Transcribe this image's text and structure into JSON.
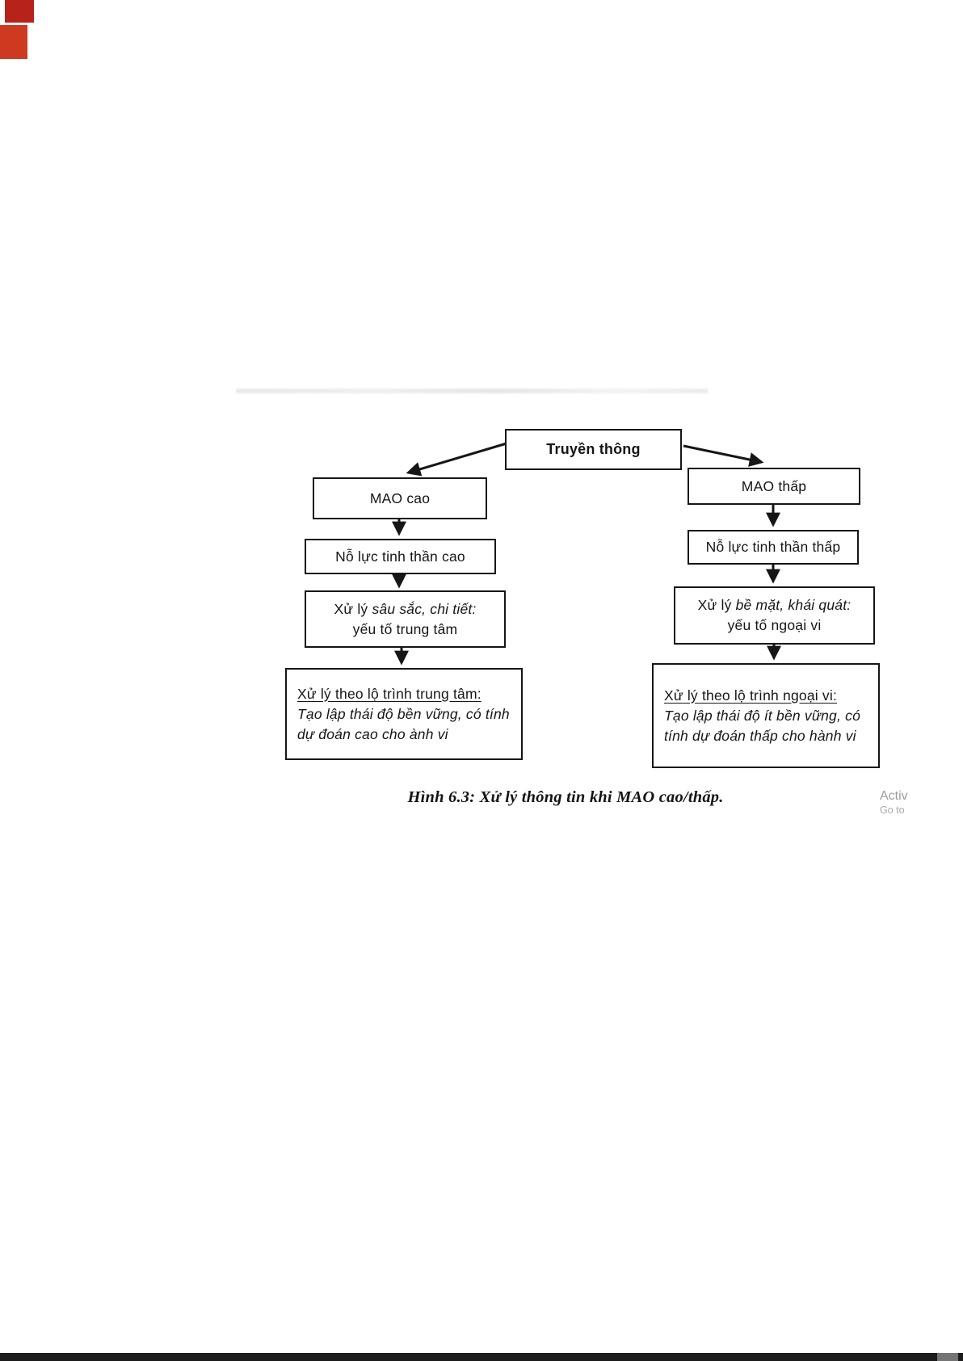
{
  "decor": {
    "red_block_1_color": "#b7221a",
    "red_block_2_color": "#cd3a1f",
    "bottom_bar_color": "#1c1c1c",
    "bottom_bar_tip_color": "#757575",
    "box_border_color": "#161616"
  },
  "diagram": {
    "root_label": "Truyền thông",
    "left": {
      "l1": "MAO cao",
      "l2": "Nỗ lực tinh thần cao",
      "l3_prefix": "Xử lý ",
      "l3_italic": "sâu sắc, chi tiết:",
      "l3_line2": "yếu tố trung tâm",
      "l4_heading": "Xử lý theo lộ trình trung tâm:",
      "l4_body": "Tạo lập thái độ bền vững, có tính dự đoán cao cho ành vi"
    },
    "right": {
      "l1": "MAO thấp",
      "l2": "Nỗ lực tinh thần thấp",
      "l3_prefix": "Xử lý ",
      "l3_italic": "bề mặt, khái quát:",
      "l3_line2": "yếu tố ngoại vi",
      "l4_heading": "Xử lý theo lộ trình ngoại vi:",
      "l4_body": "Tạo lập thái độ ít bền vững, có tính dự đoán thấp cho hành vi"
    }
  },
  "caption": "Hình 6.3: Xử lý thông tin khi MAO cao/thấp.",
  "watermark": {
    "line1": "Activ",
    "line2": "Go to"
  }
}
